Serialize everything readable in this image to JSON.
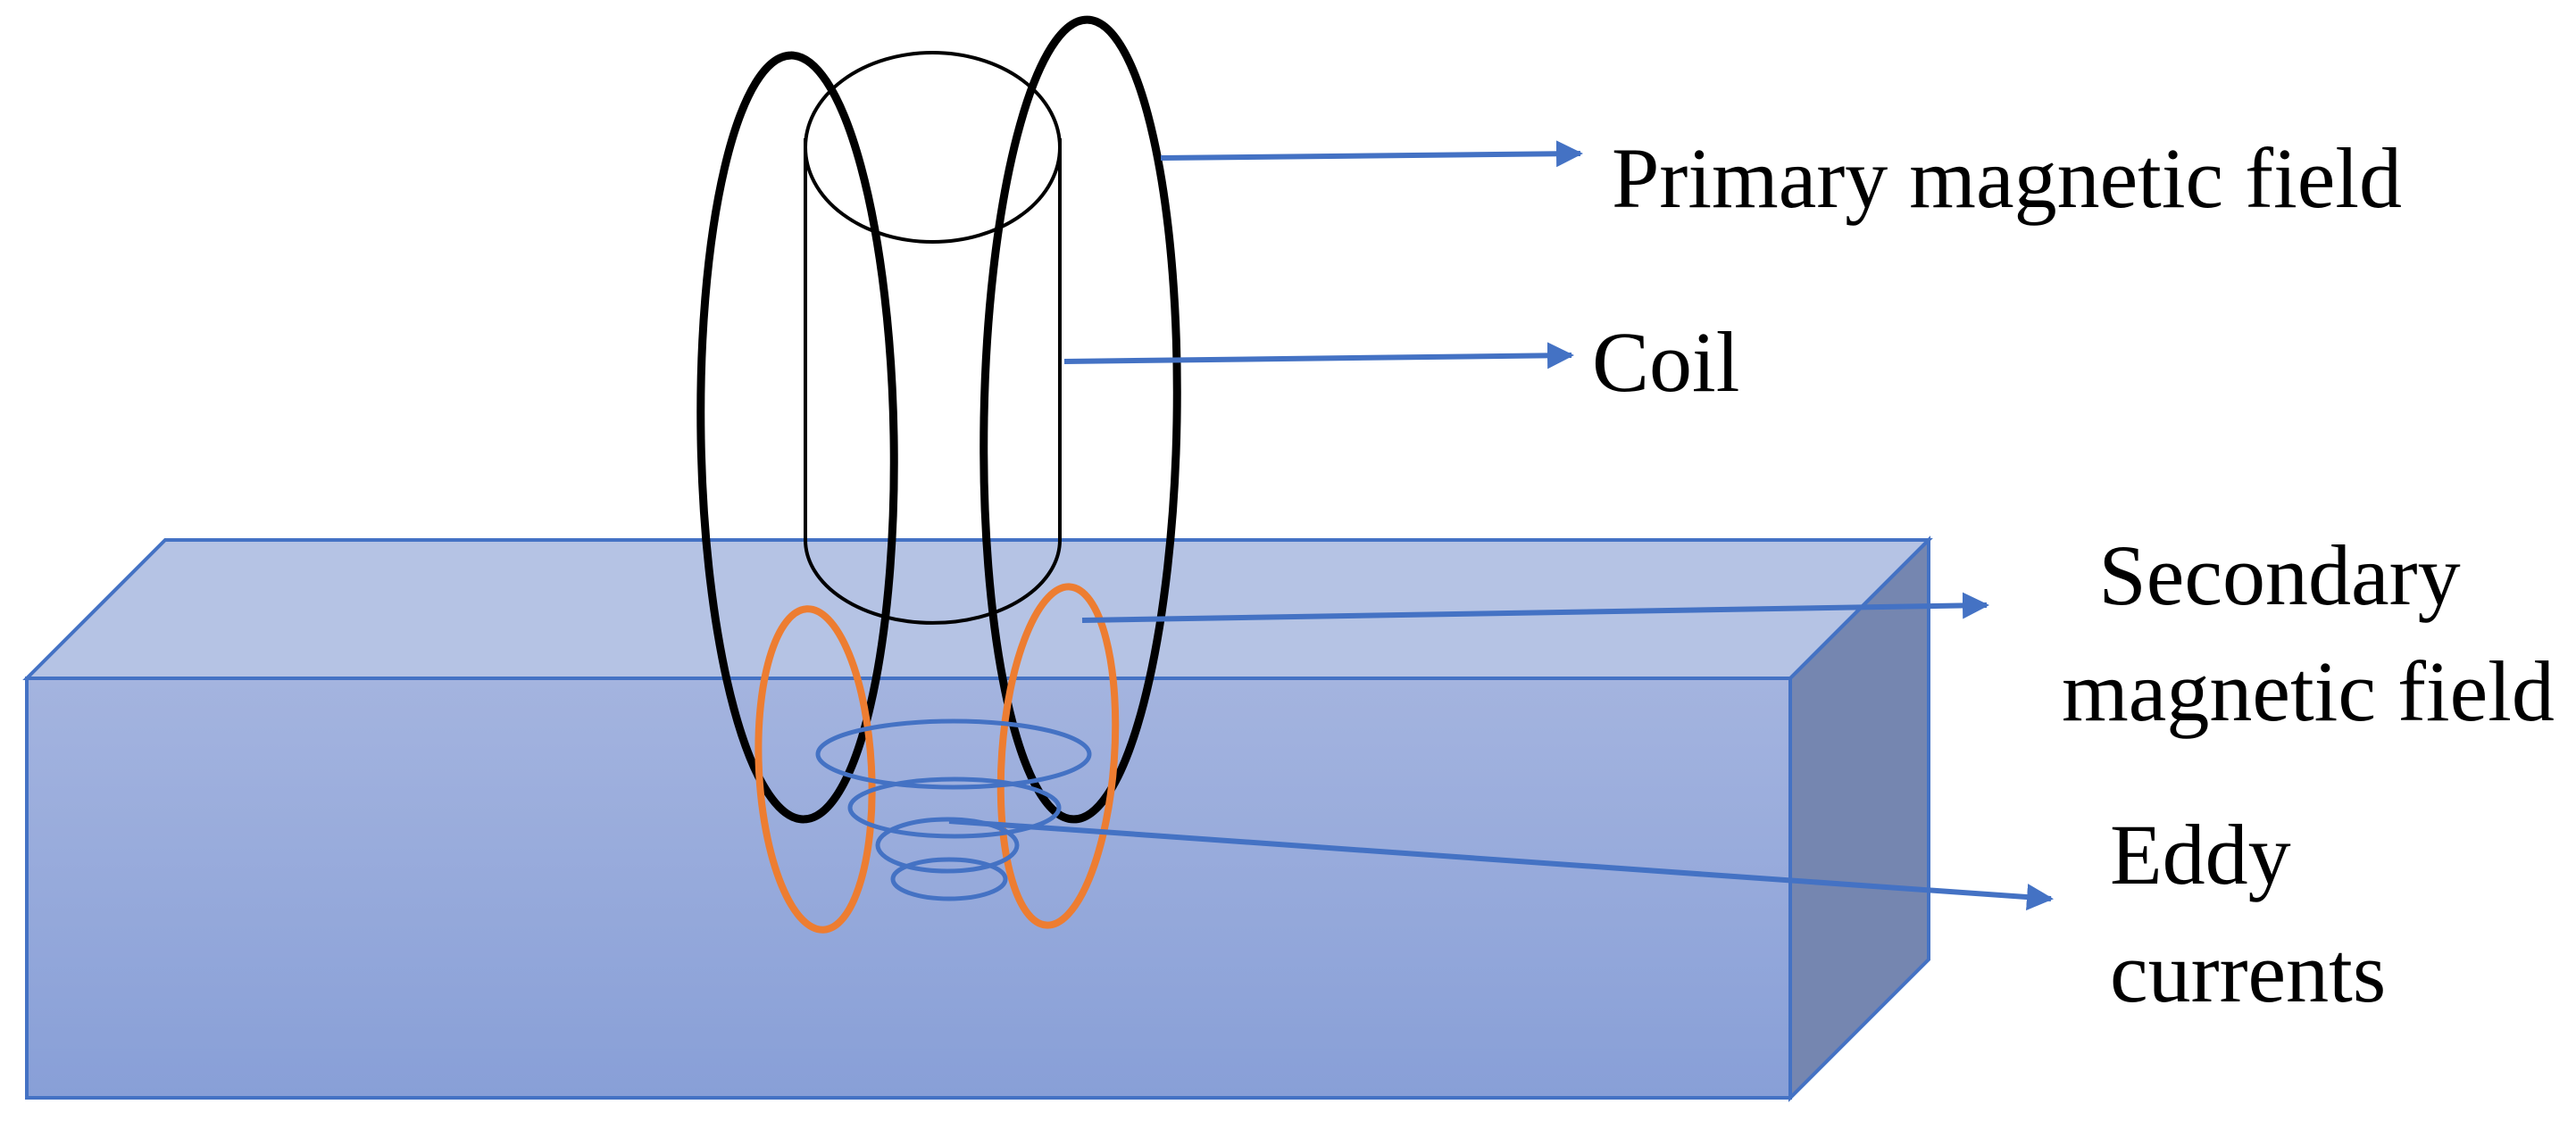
{
  "labels": {
    "primary_field": "Primary magnetic field",
    "coil": "Coil",
    "secondary_line1": "Secondary",
    "secondary_line2": "magnetic field",
    "eddy_line1": "Eddy",
    "eddy_line2": "currents"
  },
  "colors": {
    "block_front_top": "#a3b3df",
    "block_front_bottom": "#8aa1d8",
    "block_top_face": "#b5c3e4",
    "block_side_face": "#7586b0",
    "block_edge": "#4472c4",
    "arrow": "#4472c4",
    "primary_field_loop": "#000000",
    "secondary_field_loop": "#ed7d31",
    "eddy_current_loop": "#4472c4",
    "coil_outline": "#000000",
    "text": "#000000"
  }
}
